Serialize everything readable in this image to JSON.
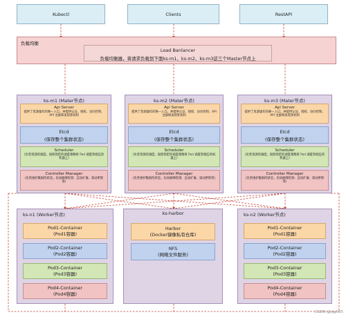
{
  "clients": [
    "Kubectl",
    "Clients",
    "RestAPI"
  ],
  "load_balancer": {
    "section_title": "负载均衡",
    "name": "Load Banlancer",
    "description": "负载均衡器，将请求负载到下面ks-m1、ks-m2、ks-m3这三个Master节点上"
  },
  "masters": [
    {
      "title": "ks-m1 (Mater节点)",
      "api_server": {
        "name": "Api Server",
        "desc": "提供了资源操作的唯一入口，并提供认证、授权、访问控制、API 注册和发现等机制"
      },
      "etcd": {
        "name": "Etcd",
        "desc": "(保存整个集群状态)"
      },
      "scheduler": {
        "name": "Scheduler",
        "desc": "(负责资源的调度，按照预定的调度策略将 Pod 调度到相应的机器上)"
      },
      "controller_manager": {
        "name": "Controller Manager",
        "desc": "(负责维护集群的状态，比如故障检测、自动扩展、滚动更新等)"
      }
    },
    {
      "title": "ks-m2 (Mater节点)",
      "api_server": {
        "name": "Api Server",
        "desc": "提供了资源操作的唯一入口，并提供认证、授权、访问控制、API 注册和发现等机制"
      },
      "etcd": {
        "name": "Etcd",
        "desc": "(保存整个集群状态)"
      },
      "scheduler": {
        "name": "Scheduler",
        "desc": "(负责资源的调度，按照预定的调度策略将 Pod 调度到相应的机器上)"
      },
      "controller_manager": {
        "name": "Controller Manager",
        "desc": "(负责维护集群的状态，比如故障检测、自动扩展、滚动更新等)"
      }
    },
    {
      "title": "ks-m3 (Mater节点)",
      "api_server": {
        "name": "Api Server",
        "desc": "提供了资源操作的唯一入口，并提供认证、授权、访问控制、API 注册和发现等机制"
      },
      "etcd": {
        "name": "Etcd",
        "desc": "(保存整个集群状态)"
      },
      "scheduler": {
        "name": "Scheduler",
        "desc": "(负责资源的调度，按照预定的调度策略将 Pod 调度到相应的机器上)"
      },
      "controller_manager": {
        "name": "Controller Manager",
        "desc": "(负责维护集群的状态，比如故障检测、自动扩展、滚动更新等)"
      }
    }
  ],
  "workers": [
    {
      "title": "ks-n1 (Worker节点)",
      "pods": [
        {
          "name": "Pod1-Container",
          "sub": "(Pod1容器)"
        },
        {
          "name": "Pod2-Container",
          "sub": "(Pod2容器)"
        },
        {
          "name": "Pod3-Container",
          "sub": "(Pod3容器)"
        },
        {
          "name": "Pod4-Container",
          "sub": "(Pod4容器)"
        }
      ]
    },
    {
      "title": "ks-n2 (Worker节点)",
      "pods": [
        {
          "name": "Pod1-Container",
          "sub": "(Pod1容器)"
        },
        {
          "name": "Pod2-Container",
          "sub": "(Pod2容器)"
        },
        {
          "name": "Pod3-Container",
          "sub": "(Pod3容器)"
        },
        {
          "name": "Pod4-Container",
          "sub": "(Pod4容器)"
        }
      ]
    }
  ],
  "harbor_node": {
    "title": "ks-harbor",
    "harbor": {
      "name": "Harbor",
      "sub": "(Docker镜像私有仓库)"
    },
    "nfs": {
      "name": "NFS",
      "sub": "(网络文件服务)"
    }
  },
  "watermark": "CSDN @zjg095",
  "colors": {
    "dashed_line": "#c0392b",
    "node_bg": "#ded4e6",
    "client_bg": "#dbeef5",
    "lb_bg": "#f6d2d2"
  }
}
